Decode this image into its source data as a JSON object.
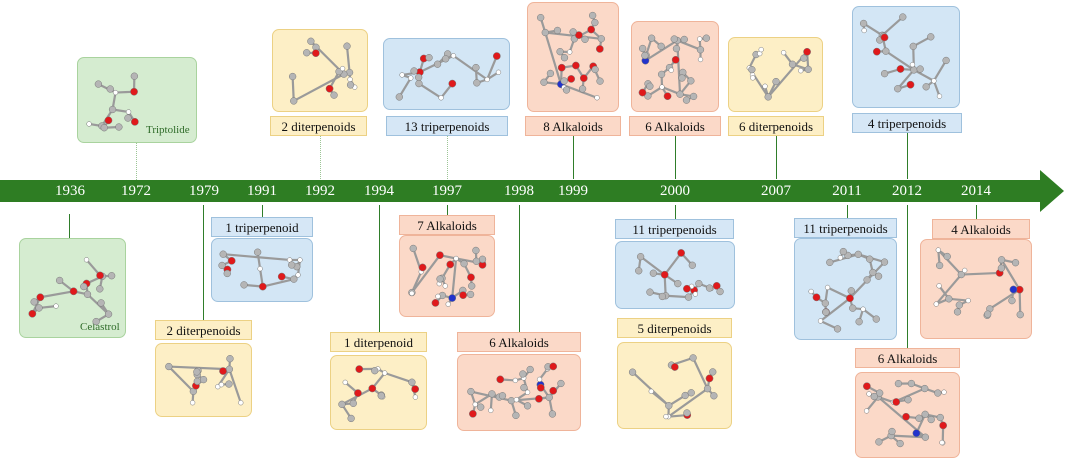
{
  "colors": {
    "arrow": "#2e7d23",
    "green_panel": "#d5ecd0",
    "blue_panel": "#d3e6f5",
    "orange_panel": "#fbd9c8",
    "yellow_panel": "#fdefc6",
    "atom_oxygen": "#e0191b",
    "atom_nitrogen": "#2233cc",
    "atom_carbon": "#b5b5b5",
    "atom_hydrogen": "#ffffff"
  },
  "years": [
    "1936",
    "1972",
    "1979",
    "1991",
    "1992",
    "1994",
    "1997",
    "1998",
    "1999",
    "2000",
    "2007",
    "2011",
    "2012",
    "2014"
  ],
  "molecule_names": {
    "triptolide": "Triptolide",
    "celastrol": "Celastrol"
  },
  "above": [
    {
      "label": "2 diterpenoids",
      "color": "yellow"
    },
    {
      "label": "13 triperpenoids",
      "color": "blue"
    },
    {
      "label": "8 Alkaloids",
      "color": "orange"
    },
    {
      "label": "6 Alkaloids",
      "color": "orange"
    },
    {
      "label": "6 diterpenoids",
      "color": "yellow"
    },
    {
      "label": "4 triperpenoids",
      "color": "blue"
    }
  ],
  "below": [
    {
      "label": "1 triperpenoid",
      "color": "blue"
    },
    {
      "label": "7 Alkaloids",
      "color": "orange"
    },
    {
      "label": "11 triperpenoids",
      "color": "blue"
    },
    {
      "label": "11 triperpenoids",
      "color": "blue"
    },
    {
      "label": "4 Alkaloids",
      "color": "orange"
    },
    {
      "label": "2 diterpenoids",
      "color": "yellow"
    },
    {
      "label": "1 diterpenoid",
      "color": "yellow"
    },
    {
      "label": "6 Alkaloids",
      "color": "orange"
    },
    {
      "label": "5 diterpenoids",
      "color": "yellow"
    },
    {
      "label": "6 Alkaloids",
      "color": "orange"
    }
  ]
}
